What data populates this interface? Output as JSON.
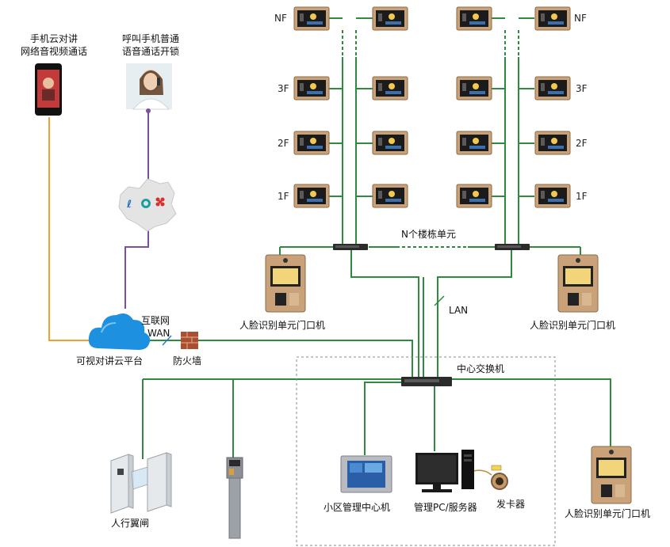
{
  "labels": {
    "phone_cloud_line1": "手机云对讲",
    "phone_cloud_line2": "网络音视频通话",
    "call_phone_line1": "呼叫手机普通",
    "call_phone_line2": "语音通话开锁",
    "internet": "互联网",
    "wan": "WAN",
    "cloud_platform": "可视对讲云平台",
    "firewall": "防火墙",
    "n_buildings": "N个楼栋单元",
    "lan": "LAN",
    "core_switch": "中心交换机",
    "face_door_left": "人脸识别单元门口机",
    "face_door_right": "人脸识别单元门口机",
    "face_door_bottom": "人脸识别单元门口机",
    "gate": "人行翼闸",
    "mgmt_center": "小区管理中心机",
    "mgmt_pc": "管理PC/服务器",
    "card_issuer": "发卡器"
  },
  "floors": [
    "NF",
    "3F",
    "2F",
    "1F"
  ],
  "colors": {
    "network_line": "#2e8b3d",
    "phone_line": "#f0a030",
    "telecom_line": "#7a4fa0",
    "dashed_box": "#888888",
    "cloud": "#1e90e0",
    "panel_bezel": "#b88a5a"
  },
  "icons": [
    "smartphone-icon",
    "person-on-phone-icon",
    "china-map-carriers-icon",
    "cloud-icon",
    "firewall-icon",
    "indoor-monitor-icon",
    "network-switch-icon",
    "face-door-station-icon",
    "turnstile-gate-icon",
    "access-terminal-icon",
    "management-center-icon",
    "pc-server-icon",
    "card-reader-icon"
  ]
}
